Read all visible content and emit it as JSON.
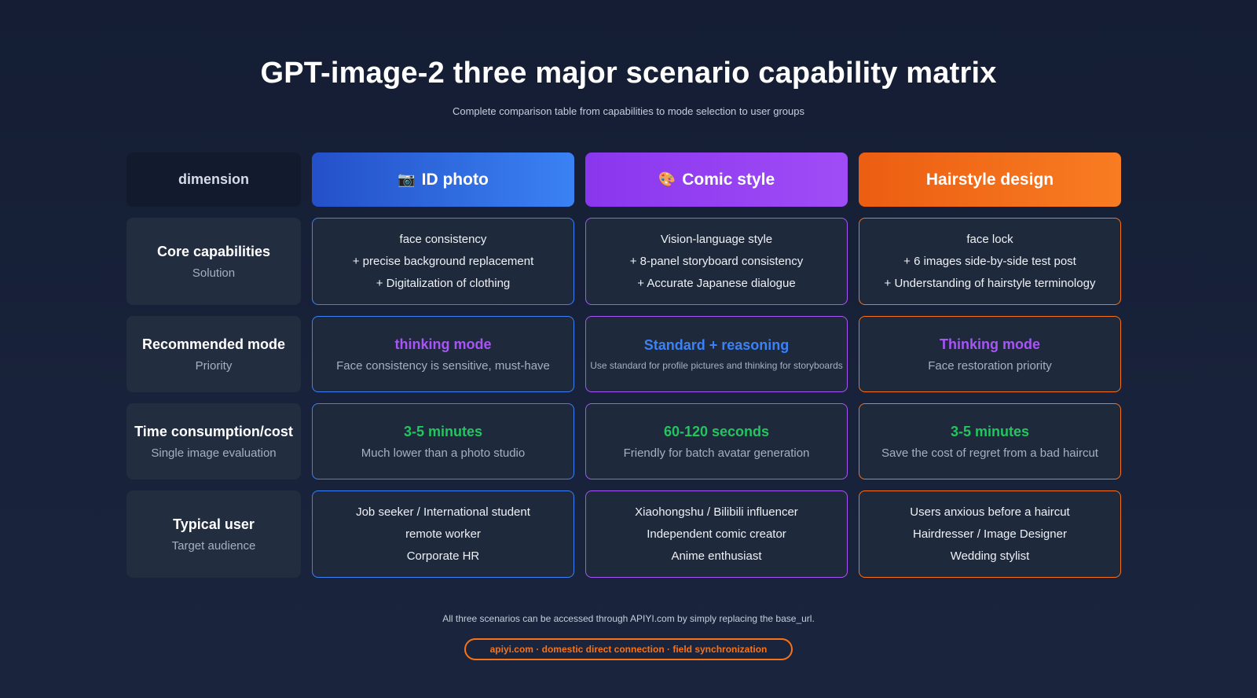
{
  "title": "GPT-image-2 three major scenario capability matrix",
  "subtitle": "Complete comparison table from capabilities to mode selection to user groups",
  "header": {
    "dimension": "dimension",
    "columns": [
      {
        "icon": "camera-icon",
        "icon_glyph": "📷",
        "label": "ID photo",
        "color": "#3b82f6"
      },
      {
        "icon": "palette-icon",
        "icon_glyph": "🎨",
        "label": "Comic style",
        "color": "#a855f7"
      },
      {
        "icon": "",
        "icon_glyph": "",
        "label": "Hairstyle design",
        "color": "#f97316"
      }
    ]
  },
  "rows": [
    {
      "dim": {
        "label": "Core capabilities",
        "sub": "Solution"
      },
      "cells": [
        {
          "lines": [
            "face consistency",
            "+ precise background replacement",
            "+ Digitalization of clothing"
          ]
        },
        {
          "lines": [
            "Vision-language style",
            "+ 8-panel storyboard consistency",
            "+ Accurate Japanese dialogue"
          ]
        },
        {
          "lines": [
            "face lock",
            "+ 6 images side-by-side test post",
            "+ Understanding of hairstyle terminology"
          ]
        }
      ]
    },
    {
      "dim": {
        "label": "Recommended mode",
        "sub": "Priority"
      },
      "cells": [
        {
          "highlight": "thinking mode",
          "sub": "Face consistency is sensitive, must-have"
        },
        {
          "highlight": "Standard + reasoning",
          "sub": "Use standard for profile pictures and thinking for storyboards"
        },
        {
          "highlight": "Thinking mode",
          "sub": "Face restoration priority"
        }
      ]
    },
    {
      "dim": {
        "label": "Time consumption/cost",
        "sub": "Single image evaluation"
      },
      "cells": [
        {
          "highlight": "3-5 minutes",
          "sub": "Much lower than a photo studio"
        },
        {
          "highlight": "60-120 seconds",
          "sub": "Friendly for batch avatar generation"
        },
        {
          "highlight": "3-5 minutes",
          "sub": "Save the cost of regret from a bad haircut"
        }
      ]
    },
    {
      "dim": {
        "label": "Typical user",
        "sub": "Target audience"
      },
      "cells": [
        {
          "lines": [
            "Job seeker / International student",
            "remote worker",
            "Corporate HR"
          ]
        },
        {
          "lines": [
            "Xiaohongshu / Bilibili influencer",
            "Independent comic creator",
            "Anime enthusiast"
          ]
        },
        {
          "lines": [
            "Users anxious before a haircut",
            "Hairdresser / Image Designer",
            "Wedding stylist"
          ]
        }
      ]
    }
  ],
  "footer": {
    "note": "All three scenarios can be accessed through APIYI.com by simply replacing the base_url.",
    "pill": "apiyi.com · domestic direct connection · field synchronization"
  }
}
